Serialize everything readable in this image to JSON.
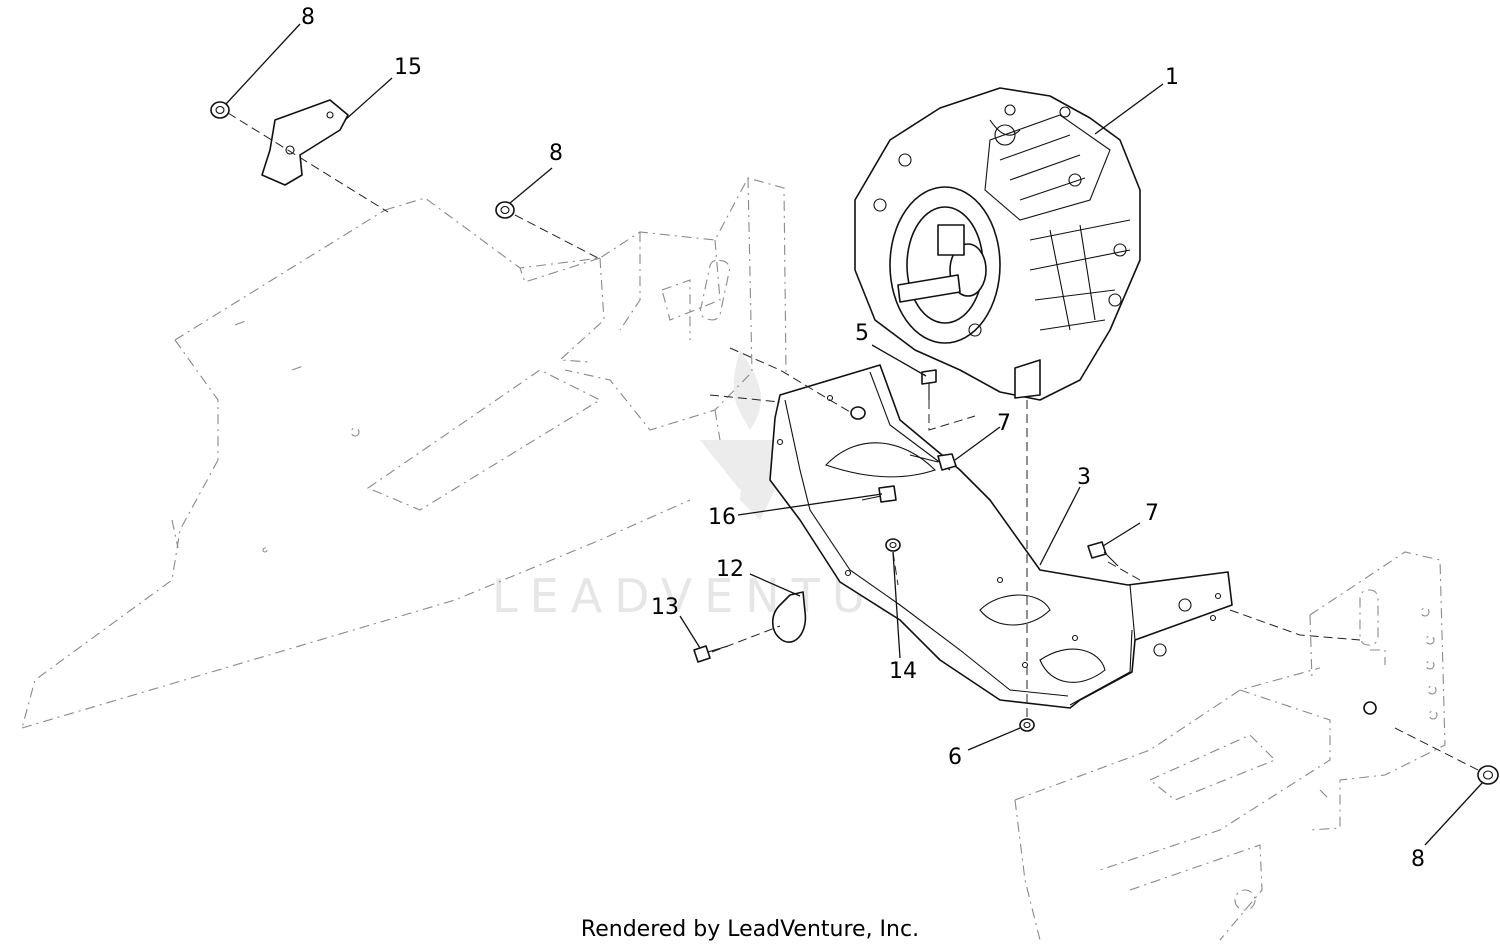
{
  "callouts": {
    "c8a": "8",
    "c15": "15",
    "c8b": "8",
    "c1": "1",
    "c5": "5",
    "c7a": "7",
    "c3": "3",
    "c7b": "7",
    "c16": "16",
    "c12": "12",
    "c13": "13",
    "c14": "14",
    "c6": "6",
    "c8c": "8"
  },
  "watermark": "LEADVENTURE",
  "footer": "Rendered by LeadVenture, Inc."
}
